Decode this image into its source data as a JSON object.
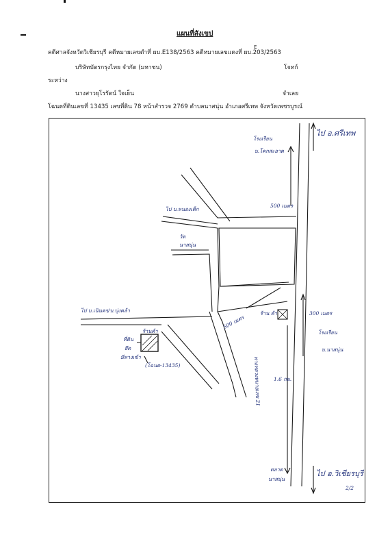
{
  "header": {
    "title": "แผนที่สังเขป",
    "case_line": "คดีศาลจังหวัดวิเชียรบุรี คดีหมายเลขดำที่  ผบ.E138/2563  คดีหมายเลขแดงที่  ผบ.203/2563",
    "case_annotation": "E",
    "between_label": "ระหว่าง",
    "plaintiff_name": "บริษัทบัตรกรุงไทย จำกัด (มหาชน)",
    "plaintiff_role": "โจทก์",
    "defendant_name": "นางสาวยุโรรัตน์  ใจเย็น",
    "defendant_role": "จำเลย",
    "deed_line": "โฉนดที่ดินเลขที่ 13435  เลขที่ดิน 78  หน้าสำรวจ 2769   ตำบลนาสนุ่น  อำเภอศรีเทพ  จังหวัดเพชรบูรณ์"
  },
  "map": {
    "labels": {
      "top_right_destination": "ไป อ.ศรีเทพ",
      "bottom_right_destination": "ไป อ.วิเชียรบุรี",
      "school_top": "โรงเรียน",
      "school_top_sub": "บ.โคกสะอาด",
      "distance_top": "500 เมตร",
      "road_top_left": "ไป บ.หนองเค็ก",
      "temple": "วัด",
      "temple_sub": "นาสนุ่น",
      "road_left": "ไป บ.เนินคร/บ.บุ่งคล้า",
      "distance_diag": "500 เมตร",
      "distance_right": "300 เมตร",
      "school_right": "โรงเรียน",
      "school_right_sub": "บ.นาสนุ่น",
      "shop": "ร้าน ค้า",
      "plot_label_a": "ที่ดิน",
      "plot_label_b": "ยึด",
      "plot_label_c": "ร้านค้า",
      "plot_label_d": "มีทางเข้า",
      "deed_number": "(โฉนด-13435)",
      "distance_long": "1.6 กม.",
      "market": "ตลาด",
      "market_sub": "นาสนุ่น",
      "highway": "ทางหลวงหมายเลข 21",
      "page_number": "2/2"
    }
  }
}
